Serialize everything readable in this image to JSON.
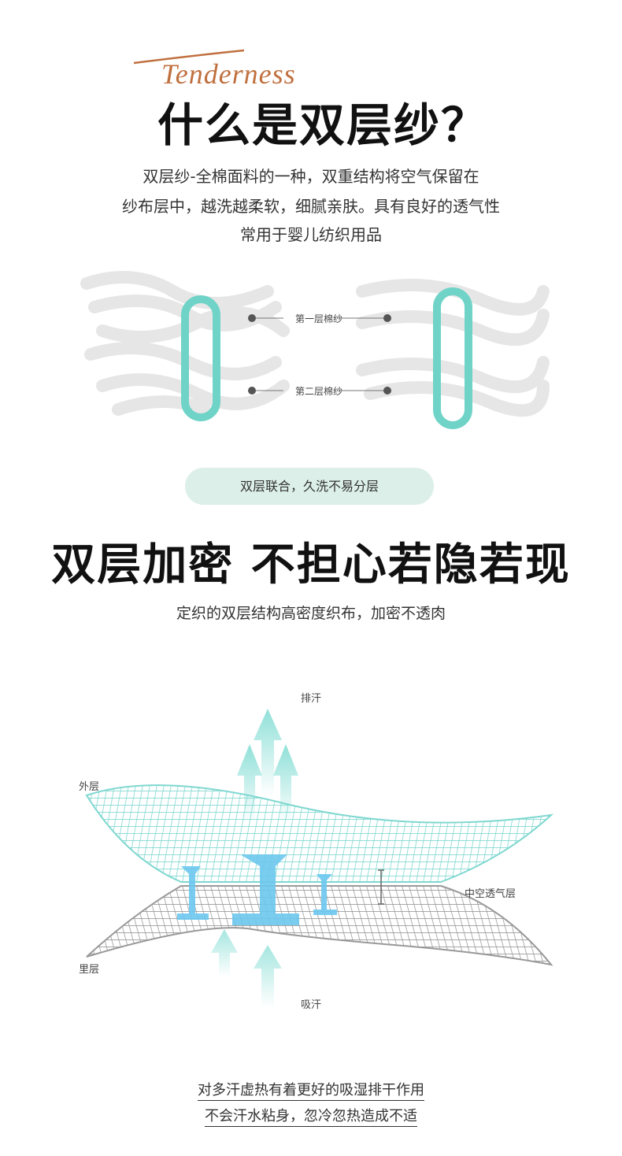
{
  "header": {
    "script_word": "Tenderness",
    "title": "什么是双层纱？"
  },
  "intro": {
    "lines": [
      "双层纱-全棉面料的一种，双重结构将空气保留在",
      "纱布层中，越洗越柔软，细腻亲肤。具有良好的透气性",
      "常用于婴儿纺织用品"
    ]
  },
  "yarn_diagram": {
    "label_first": "第一层棉纱",
    "label_second": "第二层棉纱"
  },
  "pill": "双层联合，久洗不易分层",
  "section2": {
    "title": "双层加密 不担心若隐若现",
    "subtitle": "定织的双层结构高密度织布，加密不透肉"
  },
  "mesh_diagram": {
    "top_arrow_label": "排汗",
    "outer_label": "外层",
    "middle_label": "中空透气层",
    "inner_label": "里层",
    "bottom_arrow_label": "吸汗"
  },
  "footer": {
    "lines": [
      "对多汗虚热有着更好的吸湿排干作用",
      "不会汗水粘身，忽冷忽热造成不适"
    ]
  },
  "colors": {
    "accent_script": "#c0703f",
    "teal": "#7fd8d0",
    "pill_bg": "#dcefe9"
  }
}
